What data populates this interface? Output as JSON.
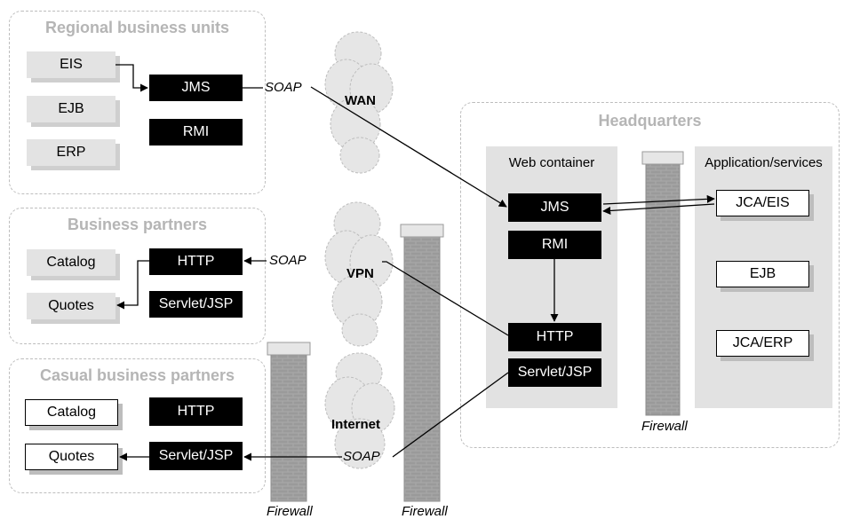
{
  "groups": {
    "regional": {
      "title": "Regional business units",
      "gray_boxes": [
        "EIS",
        "EJB",
        "ERP"
      ],
      "black_boxes": [
        "JMS",
        "RMI"
      ]
    },
    "partners": {
      "title": "Business partners",
      "gray_boxes": [
        "Catalog",
        "Quotes"
      ],
      "black_boxes": [
        "HTTP",
        "Servlet/JSP"
      ]
    },
    "casual": {
      "title": "Casual business partners",
      "white_boxes": [
        "Catalog",
        "Quotes"
      ],
      "black_boxes": [
        "HTTP",
        "Servlet/JSP"
      ]
    },
    "hq": {
      "title": "Headquarters",
      "web": {
        "title": "Web container",
        "boxes": [
          "JMS",
          "RMI",
          "HTTP",
          "Servlet/JSP"
        ]
      },
      "app": {
        "title": "Application/services",
        "boxes": [
          "JCA/EIS",
          "EJB",
          "JCA/ERP"
        ]
      }
    }
  },
  "clouds": [
    "WAN",
    "VPN",
    "Internet"
  ],
  "soap_label": "SOAP",
  "firewall_label": "Firewall"
}
